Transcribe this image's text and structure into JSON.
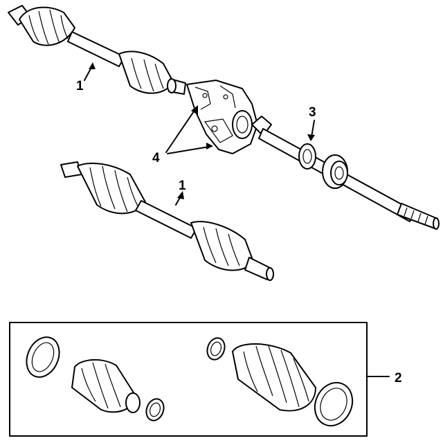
{
  "diagram": {
    "callouts": [
      {
        "id": "c1a",
        "label": "1"
      },
      {
        "id": "c1b",
        "label": "1"
      },
      {
        "id": "c2",
        "label": "2"
      },
      {
        "id": "c3",
        "label": "3"
      },
      {
        "id": "c4",
        "label": "4"
      }
    ],
    "parts": [
      {
        "id": "upper-axle-shaft",
        "icon": "drive-axle-icon"
      },
      {
        "id": "lower-axle-shaft",
        "icon": "drive-axle-icon"
      },
      {
        "id": "intermediate-shaft",
        "icon": "intermediate-shaft-icon"
      },
      {
        "id": "support-bracket",
        "icon": "bearing-bracket-icon"
      },
      {
        "id": "boot-kit",
        "icon": "cv-boot-kit-icon"
      }
    ],
    "colors": {
      "ink": "#000000",
      "background": "#ffffff"
    }
  }
}
